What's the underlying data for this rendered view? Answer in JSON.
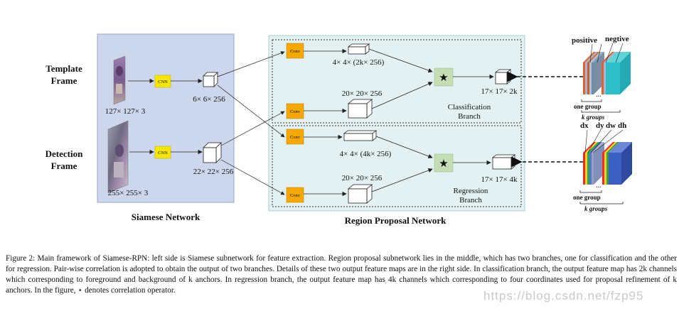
{
  "siamese": {
    "title": "Siamese Network",
    "template_label": [
      "Template",
      "Frame"
    ],
    "detection_label": [
      "Detection",
      "Frame"
    ],
    "template_size": "127× 127× 3",
    "detection_size": "255× 255× 3",
    "cnn_label": "CNN",
    "template_feature": "6× 6× 256",
    "detection_feature": "22× 22× 256"
  },
  "rpn": {
    "title": "Region Proposal Network",
    "conv_label": "Conv",
    "cls_kernel": "4× 4× (2k× 256)",
    "cls_search": "20× 20× 256",
    "cls_output": "17× 17× 2k",
    "cls_branch": [
      "Classification",
      "Branch"
    ],
    "reg_kernel": "4× 4× (4k× 256)",
    "reg_search": "20× 20× 256",
    "reg_output": "17× 17× 4k",
    "reg_branch": [
      "Regression",
      "Branch"
    ],
    "correlation_symbol": "★"
  },
  "outputs": {
    "cls_labels": {
      "positive": "positive",
      "negative": "negtive",
      "one_group": "one group",
      "k_groups": "k groups"
    },
    "reg_labels": {
      "dx": "dx",
      "dy": "dy",
      "dw": "dw",
      "dh": "dh",
      "one_group": "one group",
      "k_groups": "k groups"
    }
  },
  "caption": "Figure 2: Main framework of Siamese-RPN: left side is Siamese subnetwork for feature extraction. Region proposal subnetwork lies in the middle, which has two branches, one for classification and the other for regression. Pair-wise correlation is adopted to obtain the output of two branches. Details of these two output feature maps are in the right side. In classification branch, the output feature map has 2k channels which corresponding to foreground and background of k anchors. In regression branch, the output feature map has 4k channels which corresponding to four coordinates used for proposal refinement of k anchors. In the figure, ⋆ denotes correlation operator.",
  "watermark": "https://blog.csdn.net/fzp95",
  "colors": {
    "siamese_bg": "#ccd6ec",
    "rpn_bg": "#e3f1f2",
    "conv": "#f5a800",
    "cnn": "#f6e600",
    "corr": "#c5ddb4"
  }
}
